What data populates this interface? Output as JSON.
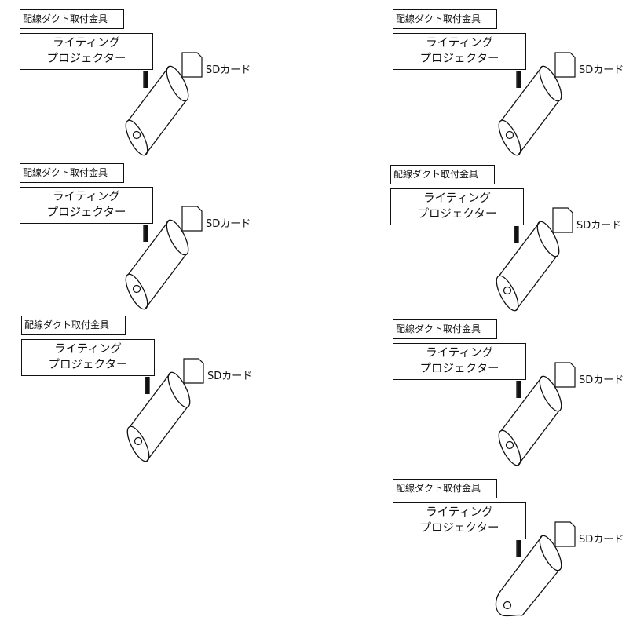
{
  "units": [
    {
      "mount_label": "配線ダクト取付金具",
      "projector_label_line1": "ライティング",
      "projector_label_line2": "プロジェクター",
      "sd_label": "SDカード"
    },
    {
      "mount_label": "配線ダクト取付金具",
      "projector_label_line1": "ライティング",
      "projector_label_line2": "プロジェクター",
      "sd_label": "SDカード"
    },
    {
      "mount_label": "配線ダクト取付金具",
      "projector_label_line1": "ライティング",
      "projector_label_line2": "プロジェクター",
      "sd_label": "SDカード"
    },
    {
      "mount_label": "配線ダクト取付金具",
      "projector_label_line1": "ライティング",
      "projector_label_line2": "プロジェクター",
      "sd_label": "SDカード"
    },
    {
      "mount_label": "配線ダクト取付金具",
      "projector_label_line1": "ライティング",
      "projector_label_line2": "プロジェクター",
      "sd_label": "SDカード"
    },
    {
      "mount_label": "配線ダクト取付金具",
      "projector_label_line1": "ライティング",
      "projector_label_line2": "プロジェクター",
      "sd_label": "SDカード"
    },
    {
      "mount_label": "配線ダクト取付金具",
      "projector_label_line1": "ライティング",
      "projector_label_line2": "プロジェクター",
      "sd_label": "SDカード"
    }
  ],
  "colors": {
    "stroke": "#111111",
    "background": "#ffffff"
  },
  "icons": {
    "sd_card": "sd-card-icon",
    "projector": "projector-icon"
  }
}
